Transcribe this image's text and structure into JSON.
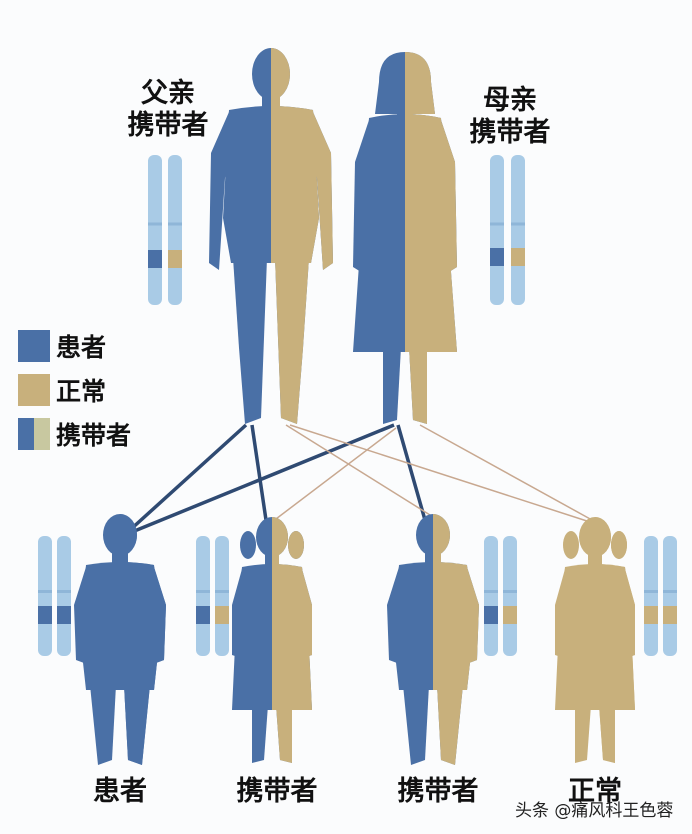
{
  "colors": {
    "affected": "#4a70a6",
    "normal": "#c8b07c",
    "chromosome": "#a9cbe6"
  },
  "parents": {
    "father": {
      "label_line1": "父亲",
      "label_line2": "携带者",
      "status": "carrier"
    },
    "mother": {
      "label_line1": "母亲",
      "label_line2": "携带者",
      "status": "carrier"
    }
  },
  "legend": [
    {
      "label": "患者",
      "status": "affected"
    },
    {
      "label": "正常",
      "status": "normal"
    },
    {
      "label": "携带者",
      "status": "carrier"
    }
  ],
  "children": [
    {
      "label": "患者",
      "status": "affected",
      "figure": "boy"
    },
    {
      "label": "携带者",
      "status": "carrier",
      "figure": "girl"
    },
    {
      "label": "携带者",
      "status": "carrier",
      "figure": "boy"
    },
    {
      "label": "正常",
      "status": "normal",
      "figure": "girl"
    }
  ],
  "watermark": "头条 @痛风科王色蓉"
}
